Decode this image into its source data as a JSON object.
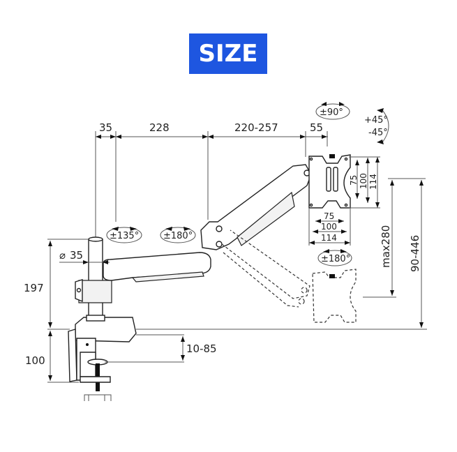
{
  "title": "SIZE",
  "colors": {
    "badge_bg": "#1e56e0",
    "badge_text": "#ffffff",
    "line": "#222222"
  },
  "dimensions": {
    "top": {
      "pole_offset": "35",
      "arm1": "228",
      "arm2": "220-257",
      "tilt_head": "55"
    },
    "vesa_vertical": [
      "75",
      "100",
      "114"
    ],
    "vesa_horizontal": [
      "75",
      "100",
      "114"
    ],
    "max_lift": "max280",
    "height_range": "90-446",
    "pole_diameter": "35",
    "pole_height": "197",
    "clamp_height": "100",
    "desk_thickness": "10-85"
  },
  "rotations": {
    "base": "±135°",
    "elbow": "±180°",
    "swivel": "±90°",
    "tilt_up": "+45°",
    "tilt_down": "-45°",
    "rotate": "±180°"
  },
  "symbols": {
    "diameter": "⌀"
  }
}
